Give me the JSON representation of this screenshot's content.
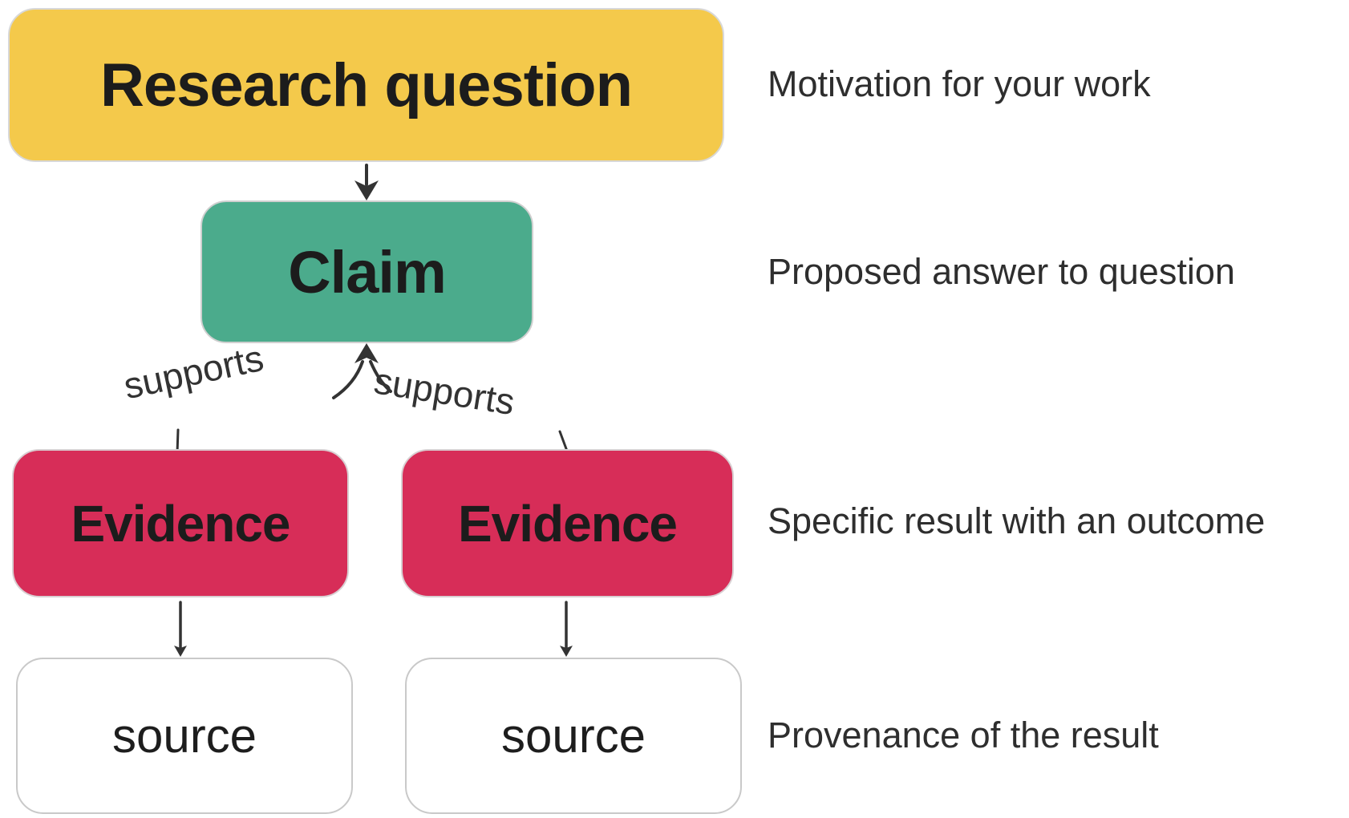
{
  "diagram": {
    "nodes": {
      "research_question": {
        "label": "Research question",
        "fill": "#F4C94B"
      },
      "claim": {
        "label": "Claim",
        "fill": "#4BAB8C"
      },
      "evidence_left": {
        "label": "Evidence",
        "fill": "#D72D58"
      },
      "evidence_right": {
        "label": "Evidence",
        "fill": "#D72D58"
      },
      "source_left": {
        "label": "source",
        "fill": "#FFFFFF"
      },
      "source_right": {
        "label": "source",
        "fill": "#FFFFFF"
      }
    },
    "edge_labels": {
      "supports_left": "supports",
      "supports_right": "supports"
    },
    "annotations": [
      {
        "text": "Motivation for your work"
      },
      {
        "text": "Proposed answer to question"
      },
      {
        "text": "Specific result with an outcome"
      },
      {
        "text": "Provenance of the result"
      }
    ],
    "colors": {
      "research_question_fill": "#F4C94B",
      "claim_fill": "#4BAB8C",
      "evidence_fill": "#D72D58",
      "source_fill": "#FFFFFF",
      "source_border": "#C9C9C9",
      "connector": "#333333",
      "label_text": "#1C1C1C",
      "annotation_text": "#2E2E2E"
    }
  }
}
